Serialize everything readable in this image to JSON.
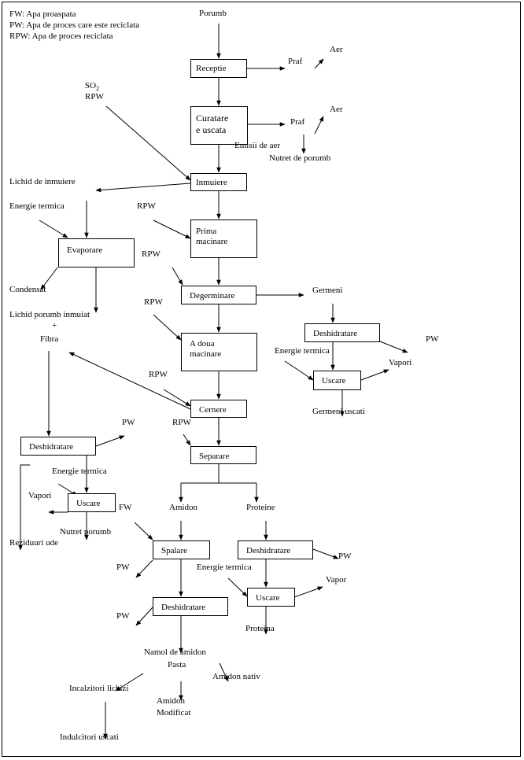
{
  "legend": {
    "fw": "FW: Apa proaspata",
    "pw": "PW: Apa de proces care este reciclata",
    "rpw": "RPW: Apa de proces reciclata"
  },
  "main": {
    "porumb": "Porumb",
    "receptie": "Receptie",
    "curatare_line1": "Curatare",
    "curatare_line2": "e uscata",
    "inmuiere": "Inmuiere",
    "prima_macinare_line1": "Prima",
    "prima_macinare_line2": "macinare",
    "degerminare": "Degerminare",
    "a_doua_macinare_line1": "A doua",
    "a_doua_macinare_line2": "macinare",
    "cernere": "Cernere",
    "separare": "Separare"
  },
  "emissions": {
    "praf1": "Praf",
    "aer1": "Aer",
    "praf2": "Praf",
    "aer2": "Aer",
    "emisii_aer": "Emisii de aer",
    "nutret_porumb": "Nutret de porumb"
  },
  "inputs": {
    "so2": "SO",
    "so2_sub": "2",
    "rpw_so2": "RPW",
    "rpw1": "RPW",
    "rpw2": "RPW",
    "rpw3": "RPW",
    "rpw4": "RPW",
    "rpw5": "RPW"
  },
  "left": {
    "lichid_inmuiere": "Lichid de inmuiere",
    "energie_termica": "Energie termica",
    "evaporare": "Evaporare",
    "condensat": "Condensat",
    "lichid_inmuiat": "Lichid porumb inmuiat",
    "plus": "+",
    "fibra": "Fibra",
    "deshidratare": "Deshidratare",
    "pw": "PW",
    "energie_termica2": "Energie termica",
    "vapori": "Vapori",
    "uscare": "Uscare",
    "nutret_porumb": "Nutret porumb",
    "reziduuri_ude": "Reziduuri ude"
  },
  "germeni": {
    "germeni": "Germeni",
    "deshidratare": "Deshidratare",
    "pw": "PW",
    "energie_termica": "Energie termica",
    "vapori": "Vapori",
    "uscare": "Uscare",
    "germeni_uscati": "Germeni uscati"
  },
  "amidon": {
    "amidon": "Amidon",
    "fw": "FW",
    "spalare": "Spalare",
    "pw1": "PW",
    "deshidratare": "Deshidratare",
    "pw2": "PW",
    "namol": "Namol de amidon",
    "pasta": "Pasta",
    "amidon_nativ": "Amidon nativ",
    "incalzitori": "Incalzitori lichizi",
    "amidon_mod1": "Amidon",
    "amidon_mod2": "Modificat",
    "indulcitori": "Indulcitori uscati"
  },
  "proteine": {
    "proteine": "Proteine",
    "deshidratare": "Deshidratare",
    "pw": "PW",
    "energie_termica": "Energie termica",
    "vapor": "Vapor",
    "uscare": "Uscare",
    "proteina": "Proteina"
  }
}
